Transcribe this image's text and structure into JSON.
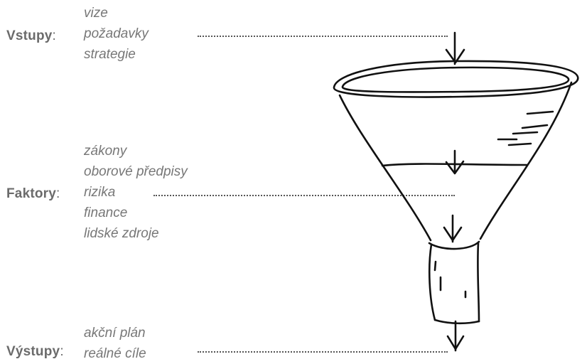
{
  "sections": [
    {
      "key": "inputs",
      "label": "Vstupy",
      "items": [
        "vize",
        "požadavky",
        "strategie"
      ]
    },
    {
      "key": "factors",
      "label": "Faktory",
      "items": [
        "zákony",
        "oborové předpisy",
        "rizika",
        "finance",
        "lidské zdroje"
      ]
    },
    {
      "key": "outputs",
      "label": "Výstupy",
      "items": [
        "akční plán",
        "reálné cíle"
      ]
    }
  ],
  "colon": ":",
  "colors": {
    "label": "#6b6b6b",
    "item": "#777777",
    "stroke": "#111111"
  },
  "icons": [
    "funnel-icon",
    "arrow-down-icon"
  ]
}
